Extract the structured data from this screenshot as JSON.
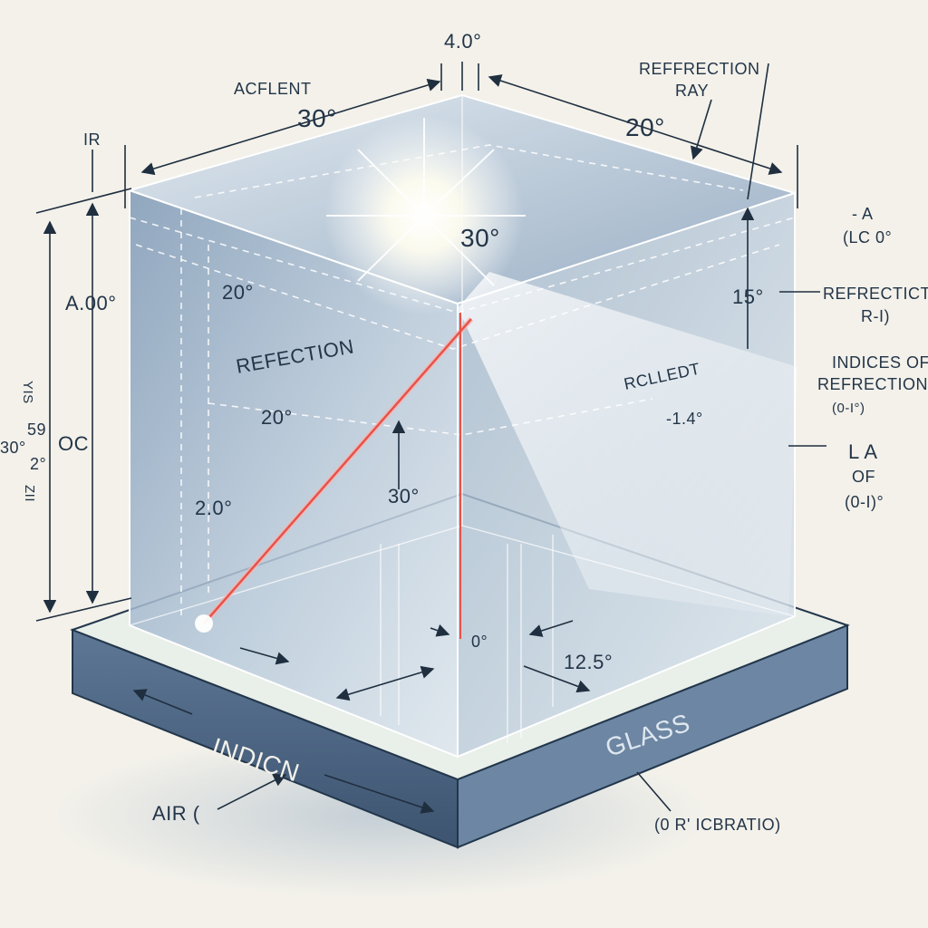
{
  "labels": {
    "top_angle": "4.0°",
    "incident": "ACFLENT",
    "top_left_angle": "30°",
    "refraction_ray": "REFFRECTION",
    "refraction_ray_2": "RAY",
    "top_right_angle": "20°",
    "ir": "IR",
    "left_height": "A.00°",
    "center_angle": "30°",
    "inner_angle_left": "20°",
    "reflection": "REFECTION",
    "inner_angle_mid": "20°",
    "inner_angle_30": "30°",
    "inner_angle_2": "2.0°",
    "right_angle_15": "15°",
    "reflect": "RCLLEDT",
    "refract_value": "-1.4°",
    "right_a": "- A",
    "right_lc": "(LC 0°",
    "refractict": "REFRECTICT",
    "refractict_sub": "R-I)",
    "indices_1": "INDICES OF",
    "indices_2": "REFRECTION",
    "indices_3": "(0-I°)",
    "la": "L A",
    "of": "OF",
    "range": "(0-I)°",
    "left_side_1": "YIS",
    "left_side_2": "30°",
    "left_side_3": "59",
    "left_side_4": "2°",
    "left_side_5": "ZII",
    "oc": "OC",
    "bottom_angle_0": "0°",
    "bottom_angle_125": "12.5°",
    "indicn": "INDICN",
    "glass": "GLASS",
    "air": "AIR (",
    "ratio": "(0 R' ICBRATIO)"
  },
  "colors": {
    "paper": "#f3f1ea",
    "glass_front": "#8fa8c3",
    "glass_top": "#c9d7e5",
    "base": "#4f6986",
    "ink": "#233548",
    "laser": "#e8524a"
  },
  "icons": [
    "light-burst-icon",
    "laser-beam-icon"
  ]
}
